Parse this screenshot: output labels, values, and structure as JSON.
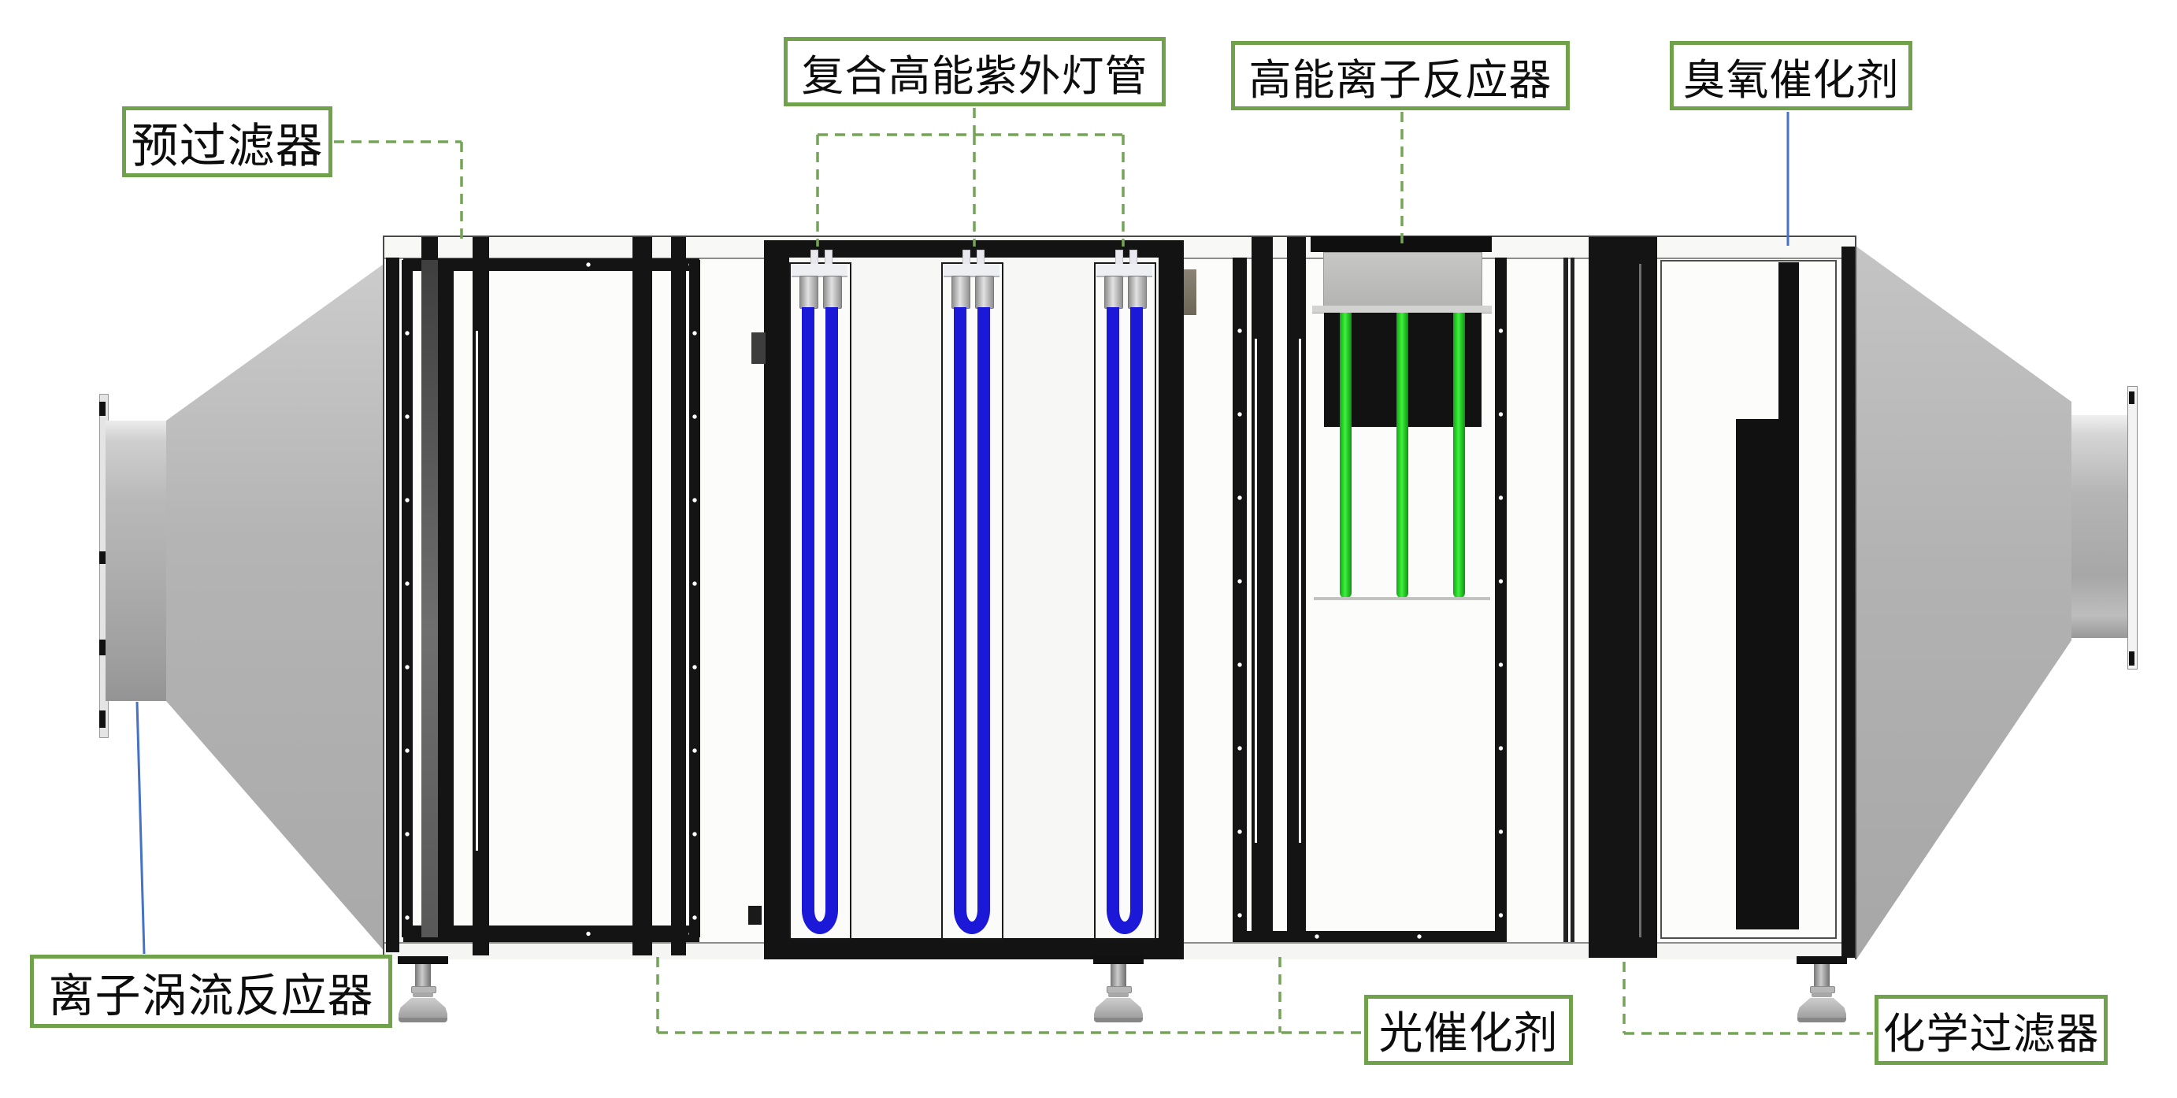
{
  "labels": {
    "prefilter": "预过滤器",
    "uv_lamp": "复合高能紫外灯管",
    "ion_reactor": "高能离子反应器",
    "ozone_catalyst": "臭氧催化剂",
    "ion_vortex": "离子涡流反应器",
    "photocatalyst": "光催化剂",
    "chemical_filter": "化学过滤器"
  },
  "colors": {
    "label_border_green": "#6FA24B",
    "connector_dashed_green": "#74A455",
    "connector_solid_blue": "#4472C4",
    "uv_tube_blue": "#1B18D8",
    "ion_rod_green": "#2BD42B",
    "frame_black": "#141414",
    "duct_gray": "#B3B3B3"
  },
  "counts": {
    "uv_lamp_assemblies": 3,
    "ion_emitter_rods": 3,
    "support_feet": 3,
    "callout_labels": 7
  }
}
